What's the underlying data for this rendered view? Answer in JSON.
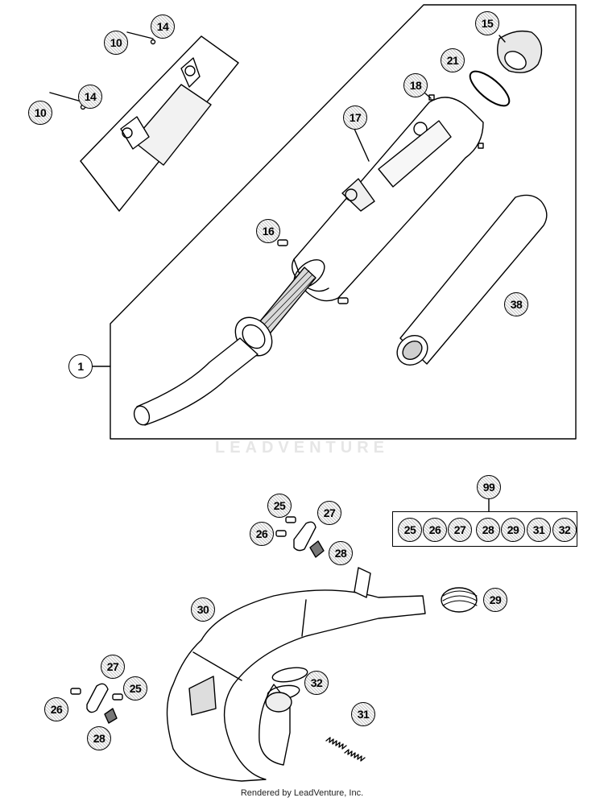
{
  "diagram": {
    "callouts": {
      "c1": "1",
      "c10a": "10",
      "c10b": "10",
      "c14a": "14",
      "c14b": "14",
      "c15": "15",
      "c16": "16",
      "c17": "17",
      "c18": "18",
      "c21": "21",
      "c25a": "25",
      "c25b": "25",
      "c26a": "26",
      "c26b": "26",
      "c27a": "27",
      "c27b": "27",
      "c28a": "28",
      "c28b": "28",
      "c29": "29",
      "c30": "30",
      "c31": "31",
      "c32": "32",
      "c38": "38",
      "c99": "99"
    },
    "kit_items": [
      "25",
      "26",
      "27",
      "28",
      "29",
      "31",
      "32"
    ]
  },
  "watermark": "LEADVENTURE",
  "credit": "Rendered by LeadVenture, Inc."
}
